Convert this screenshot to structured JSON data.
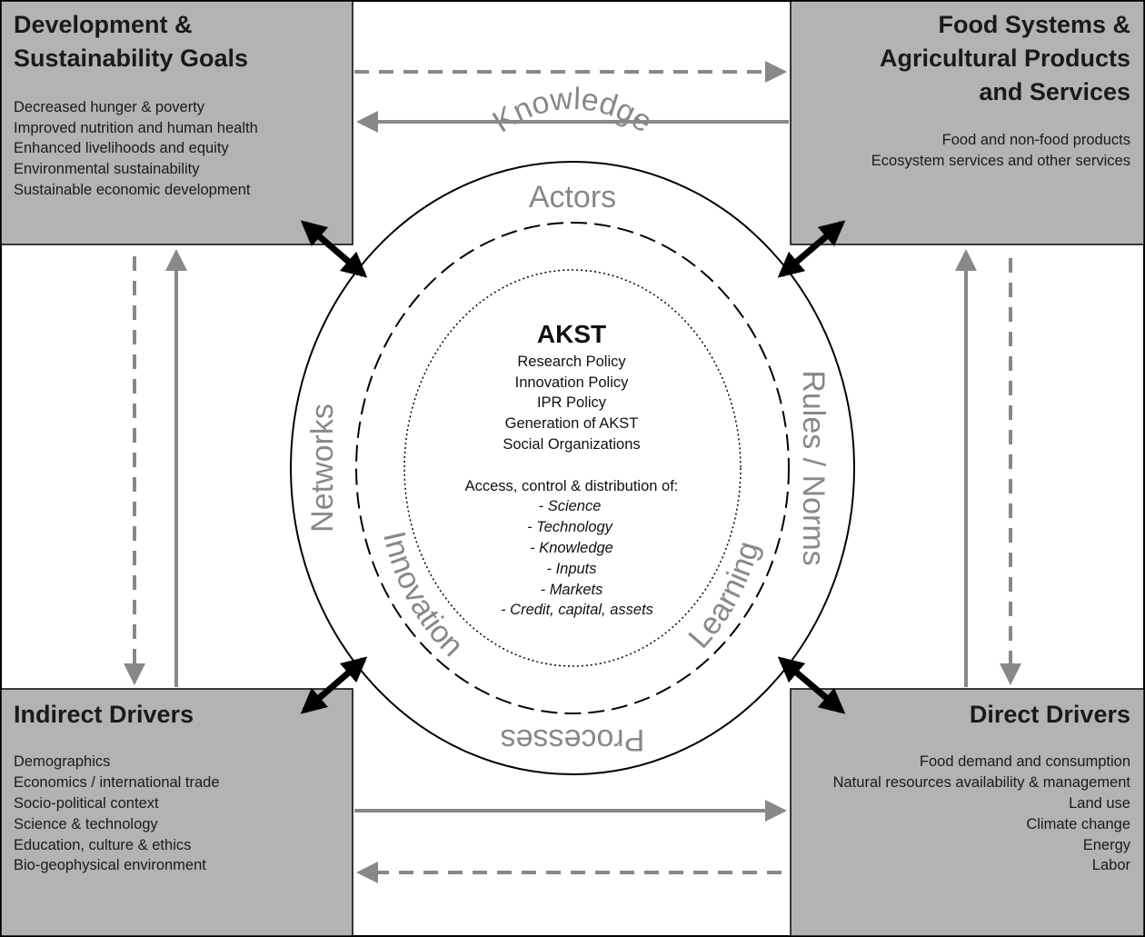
{
  "boxes": {
    "top_left": {
      "title": [
        "Development &",
        "Sustainability Goals"
      ],
      "items": [
        "Decreased hunger & poverty",
        "Improved nutrition and human health",
        "Enhanced livelihoods and equity",
        "Environmental sustainability",
        "Sustainable economic development"
      ]
    },
    "top_right": {
      "title": [
        "Food Systems &",
        "Agricultural Products",
        "and Services"
      ],
      "items": [
        "Food and non-food products",
        "Ecosystem services and other services"
      ]
    },
    "bottom_left": {
      "title": [
        "Indirect Drivers"
      ],
      "items": [
        "Demographics",
        "Economics / international trade",
        "Socio-political context",
        "Science & technology",
        "Education, culture & ethics",
        "Bio-geophysical environment"
      ]
    },
    "bottom_right": {
      "title": [
        "Direct Drivers"
      ],
      "items": [
        "Food demand and consumption",
        "Natural resources availability & management",
        "Land use",
        "Climate change",
        "Energy",
        "Labor"
      ]
    }
  },
  "rings": {
    "outer": {
      "top": "Actors",
      "left": "Networks",
      "right": "Rules / Norms",
      "bottom": "Processes"
    },
    "middle": {
      "top": "Knowledge",
      "left": "Innovation",
      "right": "Learning"
    }
  },
  "center": {
    "title": "AKST",
    "policies": [
      "Research Policy",
      "Innovation Policy",
      "IPR Policy",
      "Generation of AKST",
      "Social Organizations"
    ],
    "access_heading": "Access, control & distribution of:",
    "access_items": [
      "- Science",
      "- Technology",
      "- Knowledge",
      "- Inputs",
      "- Markets",
      "- Credit, capital, assets"
    ]
  },
  "colors": {
    "box_fill": "#b3b3b3",
    "arrow_gray": "#888888",
    "ring_label": "#888888",
    "line": "#000000"
  }
}
